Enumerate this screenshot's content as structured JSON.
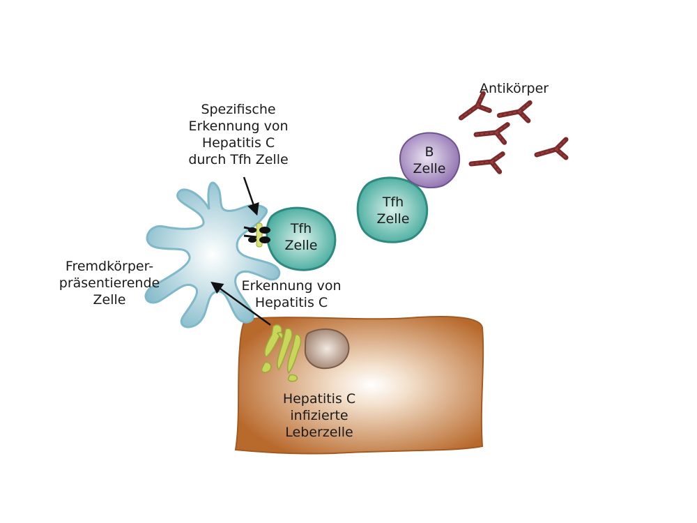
{
  "labels": {
    "antibodies": "Antikörper",
    "specific_recognition": [
      "Spezifische",
      "Erkennung von",
      "Hepatitis C",
      "durch Tfh Zelle"
    ],
    "apc": [
      "Fremdkörper-",
      "präsentierende",
      "Zelle"
    ],
    "recognition": [
      "Erkennung von",
      "Hepatitis C"
    ],
    "liver_cell": [
      "Hepatitis C",
      "infizierte",
      "Leberzelle"
    ],
    "b_cell": [
      "B",
      "Zelle"
    ],
    "tfh_cell_right": [
      "Tfh",
      "Zelle"
    ],
    "tfh_cell_left": [
      "Tfh",
      "Zelle"
    ]
  },
  "colors": {
    "apc": "#7fb8c8",
    "tfh": "#3aa597",
    "b_cell": "#8e6fae",
    "liver": "#b8692c",
    "nucleus": "#9a7a66",
    "virus": "#c8d65a",
    "antibody": "#7a2a2a"
  },
  "icons": [
    "antibody-icon",
    "receptor-icon",
    "arrow-icon"
  ]
}
